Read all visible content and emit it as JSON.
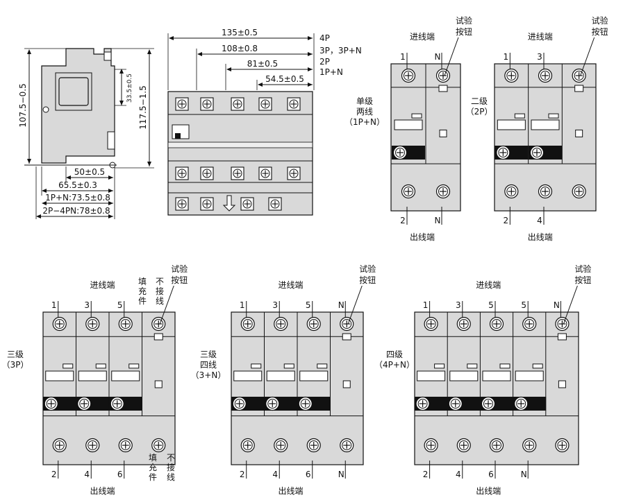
{
  "side_view": {
    "height_left": "107.5−0.5",
    "height_right": "117.5−1.5",
    "inner_height": "33.5±0.5",
    "dims": [
      "50±0.5",
      "65.5±0.3",
      "1P+N:73.5±0.8",
      "2P−4PN:78±0.8"
    ]
  },
  "front_view": {
    "widths": [
      "135±0.5",
      "108±0.8",
      "81±0.5",
      "54.5±0.5"
    ],
    "legend": [
      "4P",
      "3P，3P+N",
      "2P",
      "1P+N"
    ]
  },
  "labels": {
    "inlet": "进线端",
    "outlet": "出线端",
    "test_button": [
      "试验",
      "按钮"
    ],
    "filler": [
      "填",
      "充",
      "件"
    ],
    "no_wiring": [
      "不",
      "接",
      "线"
    ]
  },
  "panel_1pn": {
    "title": [
      "单级",
      "两线"
    ],
    "code": "（1P+N）",
    "top": [
      "1",
      "N"
    ],
    "bottom": [
      "2",
      "N"
    ]
  },
  "panel_2p": {
    "title": [
      "二级"
    ],
    "code": "（2P）",
    "top": [
      "1",
      "3"
    ],
    "bottom": [
      "2",
      "4"
    ]
  },
  "panel_3p": {
    "title": [
      "三级"
    ],
    "code": "（3P）",
    "top": [
      "1",
      "3",
      "5"
    ],
    "bottom": [
      "2",
      "4",
      "6"
    ]
  },
  "panel_3pn": {
    "title": [
      "三级",
      "四线"
    ],
    "code": "（3+N）",
    "top": [
      "1",
      "3",
      "5",
      "N"
    ],
    "bottom": [
      "2",
      "4",
      "6",
      "N"
    ]
  },
  "panel_4pn": {
    "title": [
      "四级"
    ],
    "code": "（4P+N）",
    "top": [
      "1",
      "3",
      "5",
      "5",
      "N"
    ],
    "bottom": [
      "2",
      "4",
      "6",
      "N"
    ]
  }
}
